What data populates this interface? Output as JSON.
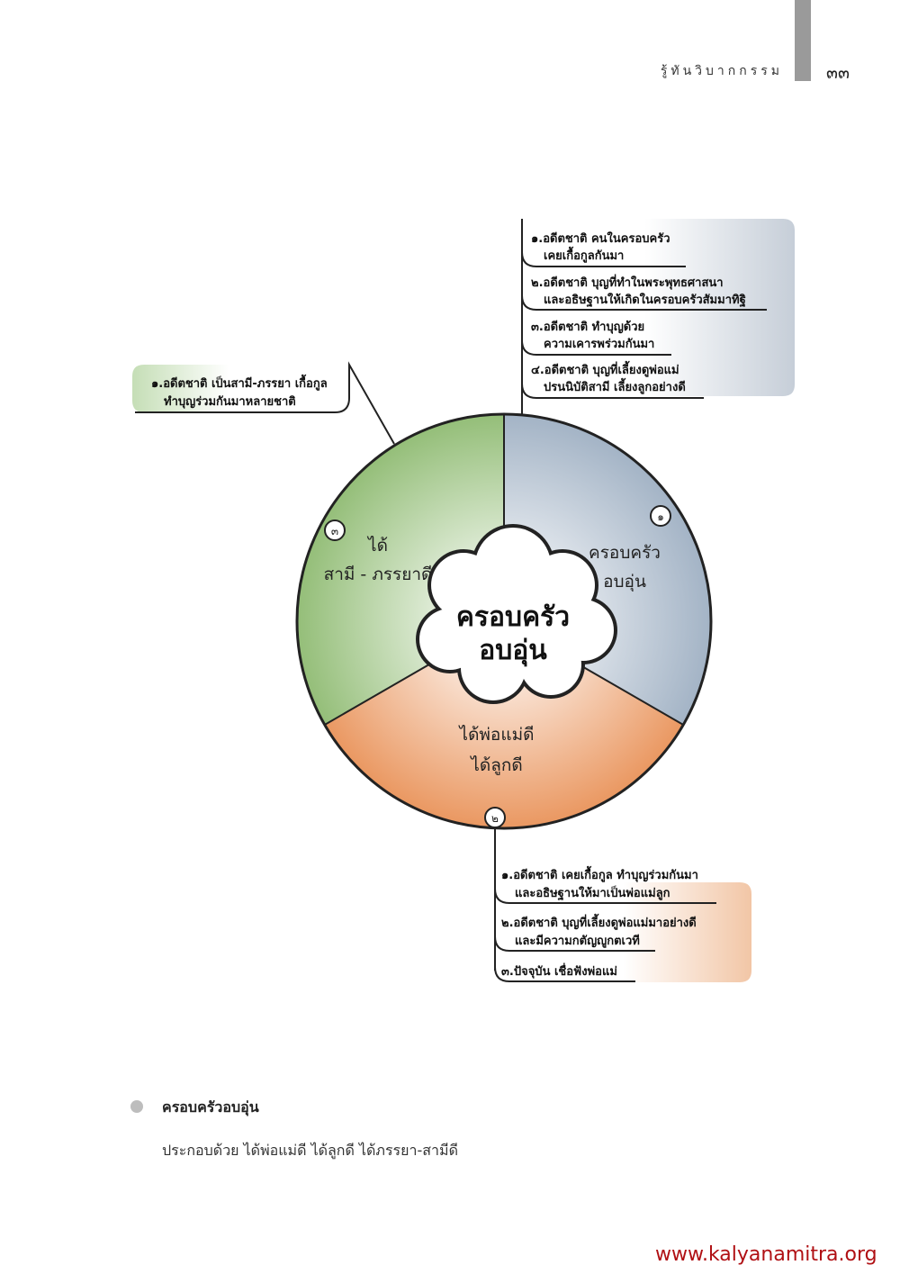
{
  "header": {
    "title": "รู้ทันวิบากกรรม",
    "page_number": "๓๓"
  },
  "diagram": {
    "center": {
      "line1": "ครอบครัว",
      "line2": "อบอุ่น"
    },
    "segments": [
      {
        "number": "๑",
        "line1": "ครอบครัว",
        "line2": "อบอุ่น",
        "color": "#9fb0c3"
      },
      {
        "number": "๒",
        "line1": "ได้พ่อแม่ดี",
        "line2": "ได้ลูกดี",
        "color": "#e9935a"
      },
      {
        "number": "๓",
        "line1": "ได้",
        "line2": "สามี - ภรรยาดี",
        "color": "#8fbb72"
      }
    ],
    "boxes": {
      "family": [
        {
          "line1": "๑.อดีตชาติ คนในครอบครัว",
          "line2": "เคยเกื้อกูลกันมา"
        },
        {
          "line1": "๒.อดีตชาติ บุญที่ทำในพระพุทธศาสนา",
          "line2": "และอธิษฐานให้เกิดในครอบครัวสัมมาทิฐิ"
        },
        {
          "line1": "๓.อดีตชาติ ทำบุญด้วย",
          "line2": "ความเคารพร่วมกันมา"
        },
        {
          "line1": "๔.อดีตชาติ บุญที่เลี้ยงดูพ่อแม่",
          "line2": "ปรนนิบัติสามี เลี้ยงลูกอย่างดี"
        }
      ],
      "spouse": [
        {
          "line1": "๑.อดีตชาติ เป็นสามี-ภรรยา เกื้อกูล",
          "line2": "ทำบุญร่วมกันมาหลายชาติ"
        }
      ],
      "parents": [
        {
          "line1": "๑.อดีตชาติ เคยเกื้อกูล ทำบุญร่วมกันมา",
          "line2": "และอธิษฐานให้มาเป็นพ่อแม่ลูก"
        },
        {
          "line1": "๒.อดีตชาติ บุญที่เลี้ยงดูพ่อแม่มาอย่างดี",
          "line2": "และมีความกตัญญูกตเวที"
        },
        {
          "line1": "๓.ปัจจุบัน เชื่อฟังพ่อแม่",
          "line2": ""
        }
      ]
    }
  },
  "caption": {
    "title": "ครอบครัวอบอุ่น",
    "body": "ประกอบด้วย ได้พ่อแม่ดี ได้ลูกดี ได้ภรรยา-สามีดี"
  },
  "footer": {
    "url": "www.kalyanamitra.org"
  }
}
